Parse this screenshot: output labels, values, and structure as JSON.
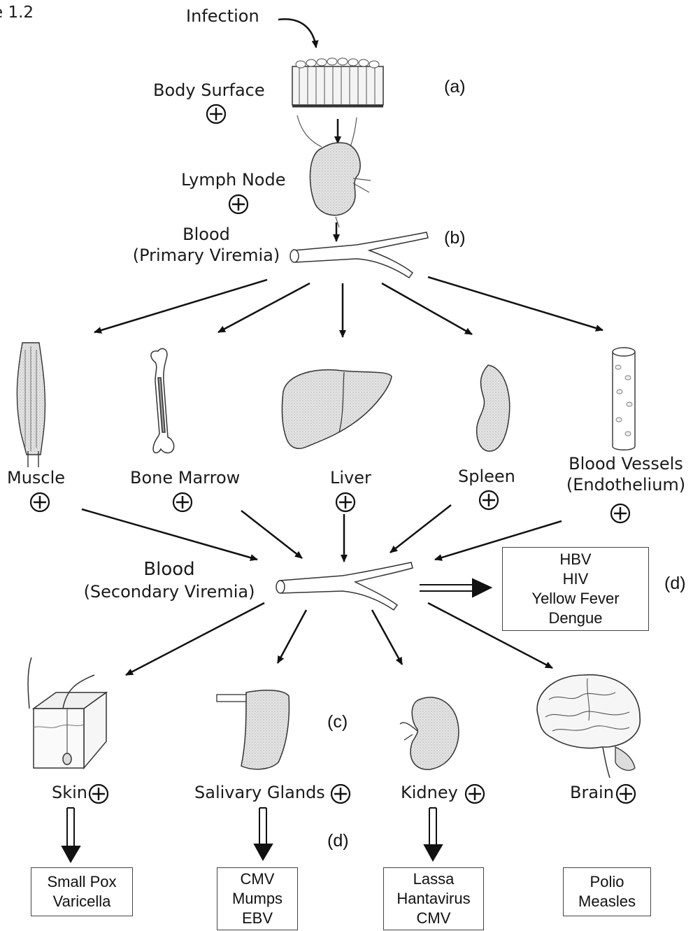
{
  "figure_label": "e 1.2",
  "nodes": {
    "infection": "Infection",
    "body_surface": "Body Surface",
    "lymph_node": "Lymph Node",
    "blood_primary_line1": "Blood",
    "blood_primary_line2": "(Primary Viremia)",
    "muscle": "Muscle",
    "bone_marrow": "Bone Marrow",
    "liver": "Liver",
    "spleen": "Spleen",
    "blood_vessels_line1": "Blood Vessels",
    "blood_vessels_line2": "(Endothelium)",
    "blood_secondary_line1": "Blood",
    "blood_secondary_line2": "(Secondary Viremia)",
    "skin": "Skin",
    "salivary_glands": "Salivary Glands",
    "kidney": "Kidney",
    "brain": "Brain"
  },
  "stage_tags": {
    "a": "(a)",
    "b": "(b)",
    "c": "(c)",
    "d_right": "(d)",
    "d_bottom": "(d)"
  },
  "virus_boxes": {
    "blood": [
      "HBV",
      "HIV",
      "Yellow Fever",
      "Dengue"
    ],
    "skin": [
      "Small Pox",
      "Varicella"
    ],
    "salivary": [
      "CMV",
      "Mumps",
      "EBV"
    ],
    "kidney": [
      "Lassa",
      "Hantavirus",
      "CMV"
    ],
    "brain": [
      "Polio",
      "Measles"
    ]
  }
}
